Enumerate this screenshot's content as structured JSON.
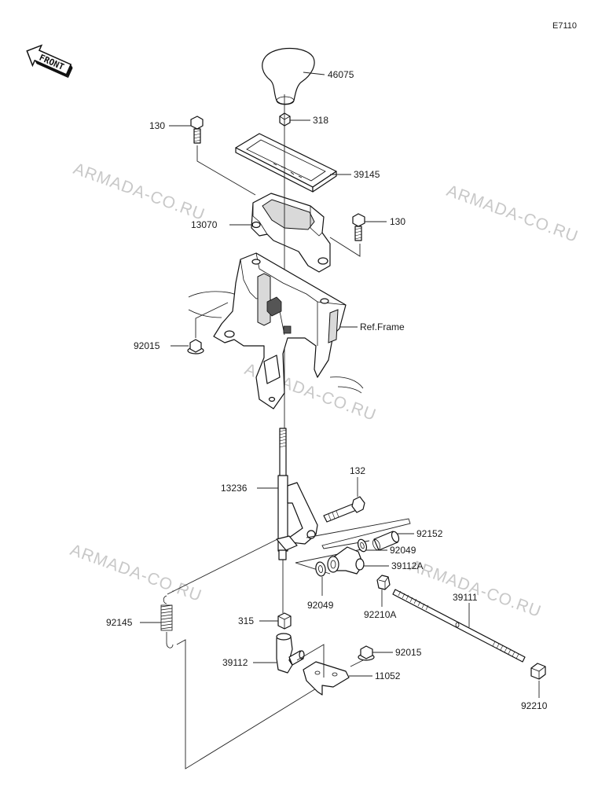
{
  "diagram_code": "E7110",
  "front_arrow": {
    "label": "FRONT",
    "icon": "front-arrow-icon"
  },
  "watermarks": [
    "ARMADA-CO.RU",
    "ARMADA-CO.RU",
    "ARMADA-CO.RU",
    "ARMADA-CO.RU",
    "ARMADA-CO.RU"
  ],
  "labels": {
    "p46075": "46075",
    "p318": "318",
    "p130_left": "130",
    "p39145": "39145",
    "p13070": "13070",
    "p130_right": "130",
    "ref_frame": "Ref.Frame",
    "p92015_left": "92015",
    "p132": "132",
    "p13236": "13236",
    "p92152": "92152",
    "p92049_right": "92049",
    "p39112A": "39112A",
    "p92049_left": "92049",
    "p92210A": "92210A",
    "p39111": "39111",
    "p92145": "92145",
    "p315": "315",
    "p92015_right": "92015",
    "p39112": "39112",
    "p11052": "11052",
    "p92210": "92210"
  }
}
